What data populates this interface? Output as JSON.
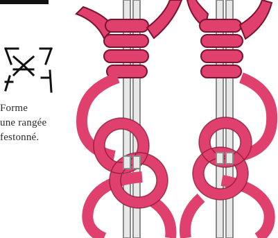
{
  "caption": {
    "lines": [
      "Forme",
      "une rangée",
      "festonné."
    ]
  },
  "colors": {
    "cord": "#e0406e",
    "cord_dark": "#7a1230",
    "core": "#e8e8e8",
    "core_edge": "#8a8a8a",
    "symbol": "#111111"
  },
  "icons": [
    "knot-symbol-icon"
  ]
}
